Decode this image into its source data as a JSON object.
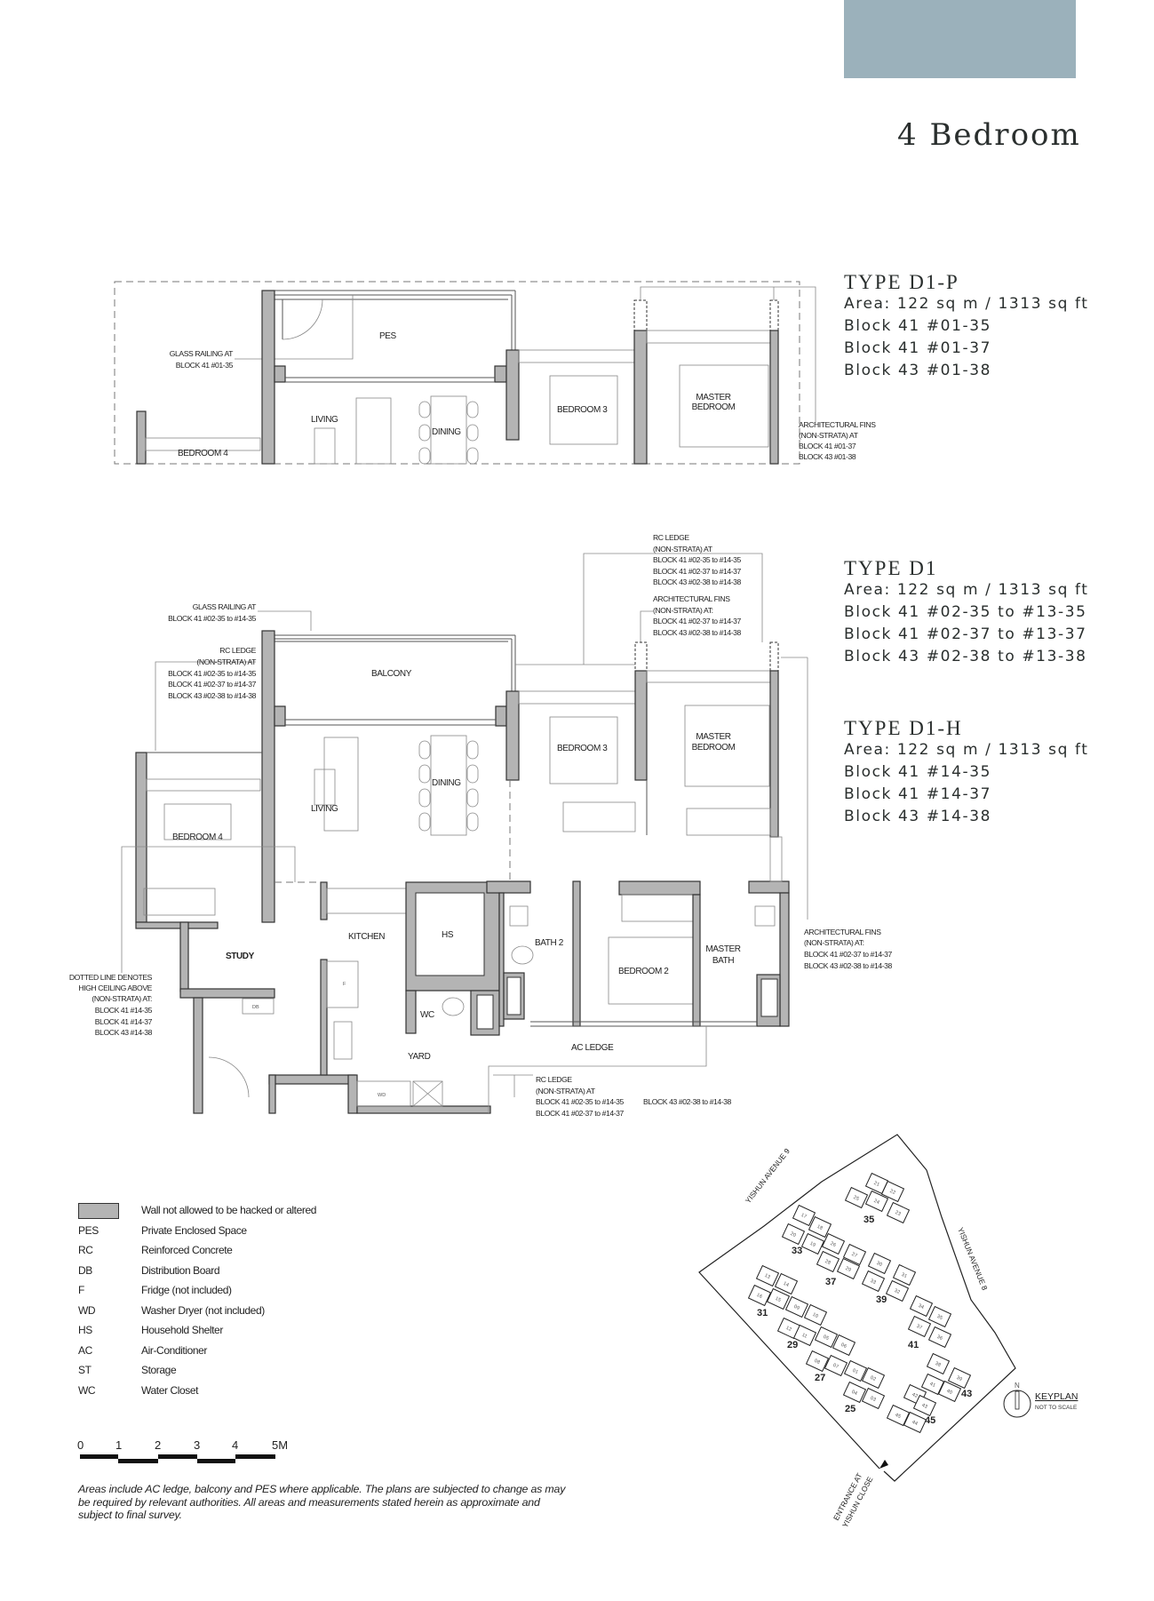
{
  "header": {
    "title": "4 Bedroom",
    "accent_color": "#9bb1bb"
  },
  "types": [
    {
      "name": "TYPE D1-P",
      "area": "Area: 122 sq m / 1313 sq ft",
      "units": [
        "Block 41 #01-35",
        "Block 41 #01-37",
        "Block 43 #01-38"
      ]
    },
    {
      "name": "TYPE D1",
      "area": "Area: 122 sq m / 1313 sq ft",
      "units": [
        "Block 41 #02-35 to #13-35",
        "Block 41 #02-37 to #13-37",
        "Block 43 #02-38 to #13-38"
      ]
    },
    {
      "name": "TYPE D1-H",
      "area": "Area: 122 sq m / 1313 sq ft",
      "units": [
        "Block 41 #14-35",
        "Block 41 #14-37",
        "Block 43 #14-38"
      ]
    }
  ],
  "plan_p": {
    "pes": "PES",
    "living": "LIVING",
    "dining": "DINING",
    "bedroom4": "BEDROOM 4",
    "bedroom3": "BEDROOM 3",
    "master": [
      "MASTER",
      "BEDROOM"
    ],
    "glass_railing": [
      "GLASS RAILING AT",
      "BLOCK 41 #01-35"
    ],
    "fins": [
      "ARCHITECTURAL FINS",
      "(NON-STRATA)  AT",
      "BLOCK 41 #01-37",
      "BLOCK 43 #01-38"
    ]
  },
  "plan_main": {
    "balcony": "BALCONY",
    "living": "LIVING",
    "dining": "DINING",
    "bedroom4": "BEDROOM 4",
    "bedroom3": "BEDROOM 3",
    "master": [
      "MASTER",
      "BEDROOM"
    ],
    "study": "STUDY",
    "kitchen": "KITCHEN",
    "hs": "HS",
    "wc": "WC",
    "yard": "YARD",
    "db": "DB",
    "f": "F",
    "wd": "WD",
    "bath2": "BATH 2",
    "bedroom2": "BEDROOM 2",
    "master_bath": [
      "MASTER",
      "BATH"
    ],
    "ac_ledge": "AC LEDGE",
    "glass_railing": [
      "GLASS RAILING AT",
      "BLOCK 41 #02-35 to #14-35"
    ],
    "rc_ledge_left": [
      "RC LEDGE",
      "(NON-STRATA) AT",
      "BLOCK 41 #02-35 to #14-35",
      "BLOCK 41 #02-37 to #14-37",
      "BLOCK 43 #02-38 to #14-38"
    ],
    "rc_ledge_top": [
      "RC LEDGE",
      "(NON-STRATA) AT",
      "BLOCK 41 #02-35 to #14-35",
      "BLOCK 41 #02-37 to #14-37",
      "BLOCK 43 #02-38 to #14-38"
    ],
    "fins_top": [
      "ARCHITECTURAL FINS",
      "(NON-STRATA) AT:",
      "BLOCK 41 #02-37 to #14-37",
      "BLOCK 43 #02-38 to #14-38"
    ],
    "fins_right": [
      "ARCHITECTURAL FINS",
      "(NON-STRATA) AT:",
      "BLOCK 41 #02-37 to #14-37",
      "BLOCK 43 #02-38 to #14-38"
    ],
    "rc_ledge_bottom": [
      "RC LEDGE",
      "(NON-STRATA) AT",
      "BLOCK 41 #02-35 to #14-35",
      "BLOCK 41 #02-37 to #14-37",
      "BLOCK 43 #02-38 to #14-38"
    ],
    "dotted_note": [
      "DOTTED LINE DENOTES",
      "HIGH CEILING ABOVE",
      "(NON-STRATA) AT:",
      "BLOCK 41 #14-35",
      "BLOCK 41 #14-37",
      "BLOCK 43 #14-38"
    ]
  },
  "legend": {
    "wall": "Wall not allowed to be hacked or altered",
    "items": [
      {
        "abbr": "PES",
        "desc": "Private Enclosed Space"
      },
      {
        "abbr": "RC",
        "desc": "Reinforced Concrete"
      },
      {
        "abbr": "DB",
        "desc": "Distribution Board"
      },
      {
        "abbr": "F",
        "desc": "Fridge (not included)"
      },
      {
        "abbr": "WD",
        "desc": "Washer Dryer (not included)"
      },
      {
        "abbr": "HS",
        "desc": "Household Shelter"
      },
      {
        "abbr": "AC",
        "desc": "Air-Conditioner"
      },
      {
        "abbr": "ST",
        "desc": "Storage"
      },
      {
        "abbr": "WC",
        "desc": "Water Closet"
      }
    ]
  },
  "scale": {
    "ticks": [
      "0",
      "1",
      "2",
      "3",
      "4",
      "5M"
    ]
  },
  "disclaimer": "Areas include AC ledge, balcony and PES where applicable. The plans are subjected to change as may be required by relevant authorities. All areas and measurements stated herein as approximate and subject to final survey.",
  "keyplan": {
    "title": "KEYPLAN",
    "subtitle": "NOT TO SCALE",
    "north": "N",
    "roads": [
      "YISHUN AVENUE 9",
      "YISHUN AVENUE 8"
    ],
    "entrance": [
      "ENTRANCE AT",
      "YISHUN CLOSE"
    ],
    "highlight_color": "#9bb1bb",
    "blocks": [
      "35",
      "33",
      "37",
      "39",
      "31",
      "29",
      "41",
      "27",
      "25",
      "43",
      "45"
    ],
    "units": [
      "21",
      "22",
      "25",
      "24",
      "23",
      "17",
      "18",
      "20",
      "19",
      "26",
      "28",
      "27",
      "29",
      "30",
      "33",
      "31",
      "32",
      "13",
      "14",
      "16",
      "15",
      "09",
      "10",
      "12",
      "11",
      "05",
      "06",
      "08",
      "07",
      "01",
      "02",
      "04",
      "03",
      "34",
      "35",
      "37",
      "36",
      "38",
      "39",
      "41",
      "40",
      "42",
      "43",
      "45",
      "44"
    ],
    "highlighted_units": [
      "35",
      "37",
      "38"
    ]
  }
}
